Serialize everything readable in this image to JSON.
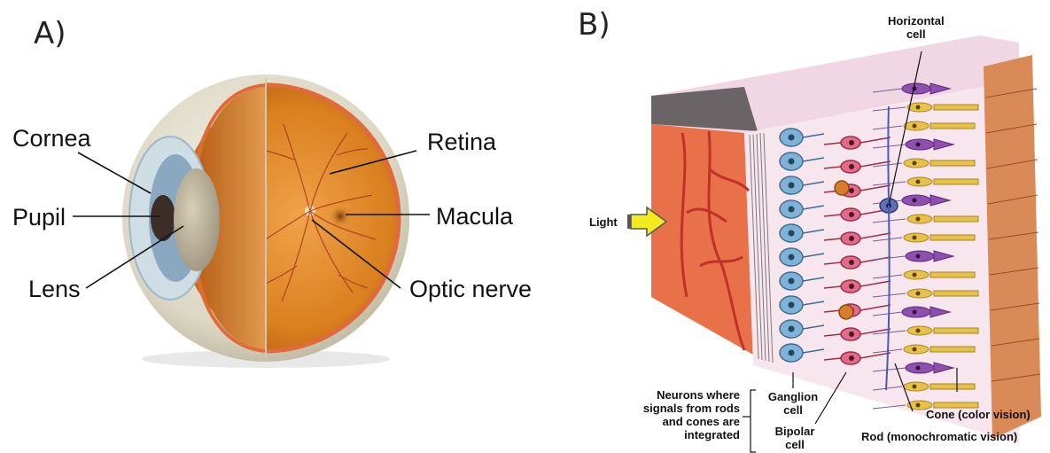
{
  "panel_a": {
    "label": "A)",
    "labels": {
      "cornea": "Cornea",
      "pupil": "Pupil",
      "lens": "Lens",
      "retina": "Retina",
      "macula": "Macula",
      "optic_nerve": "Optic nerve"
    }
  },
  "panel_b": {
    "label": "B)",
    "labels": {
      "horizontal_cell_1": "Horizontal",
      "horizontal_cell_2": "cell",
      "light": "Light",
      "neurons_1": "Neurons where",
      "neurons_2": "signals from rods",
      "neurons_3": "and cones are",
      "neurons_4": "integrated",
      "ganglion_1": "Ganglion",
      "ganglion_2": "cell",
      "bipolar_1": "Bipolar",
      "bipolar_2": "cell",
      "cone": "Cone (color vision)",
      "rod": "Rod (monochromatic vision)"
    }
  },
  "colors": {
    "retina_orange": "#e8892c",
    "sclera": "#e9e5d6",
    "iris_blue": "#8aa9c0",
    "vessel_red": "#c2302b",
    "ganglion_blue": "#7fb2d6",
    "bipolar_pink": "#e36b8a",
    "cone_yellow": "#e8c14a",
    "rod_purple": "#8e4fb0",
    "arrow_yellow": "#f4ea1e"
  }
}
